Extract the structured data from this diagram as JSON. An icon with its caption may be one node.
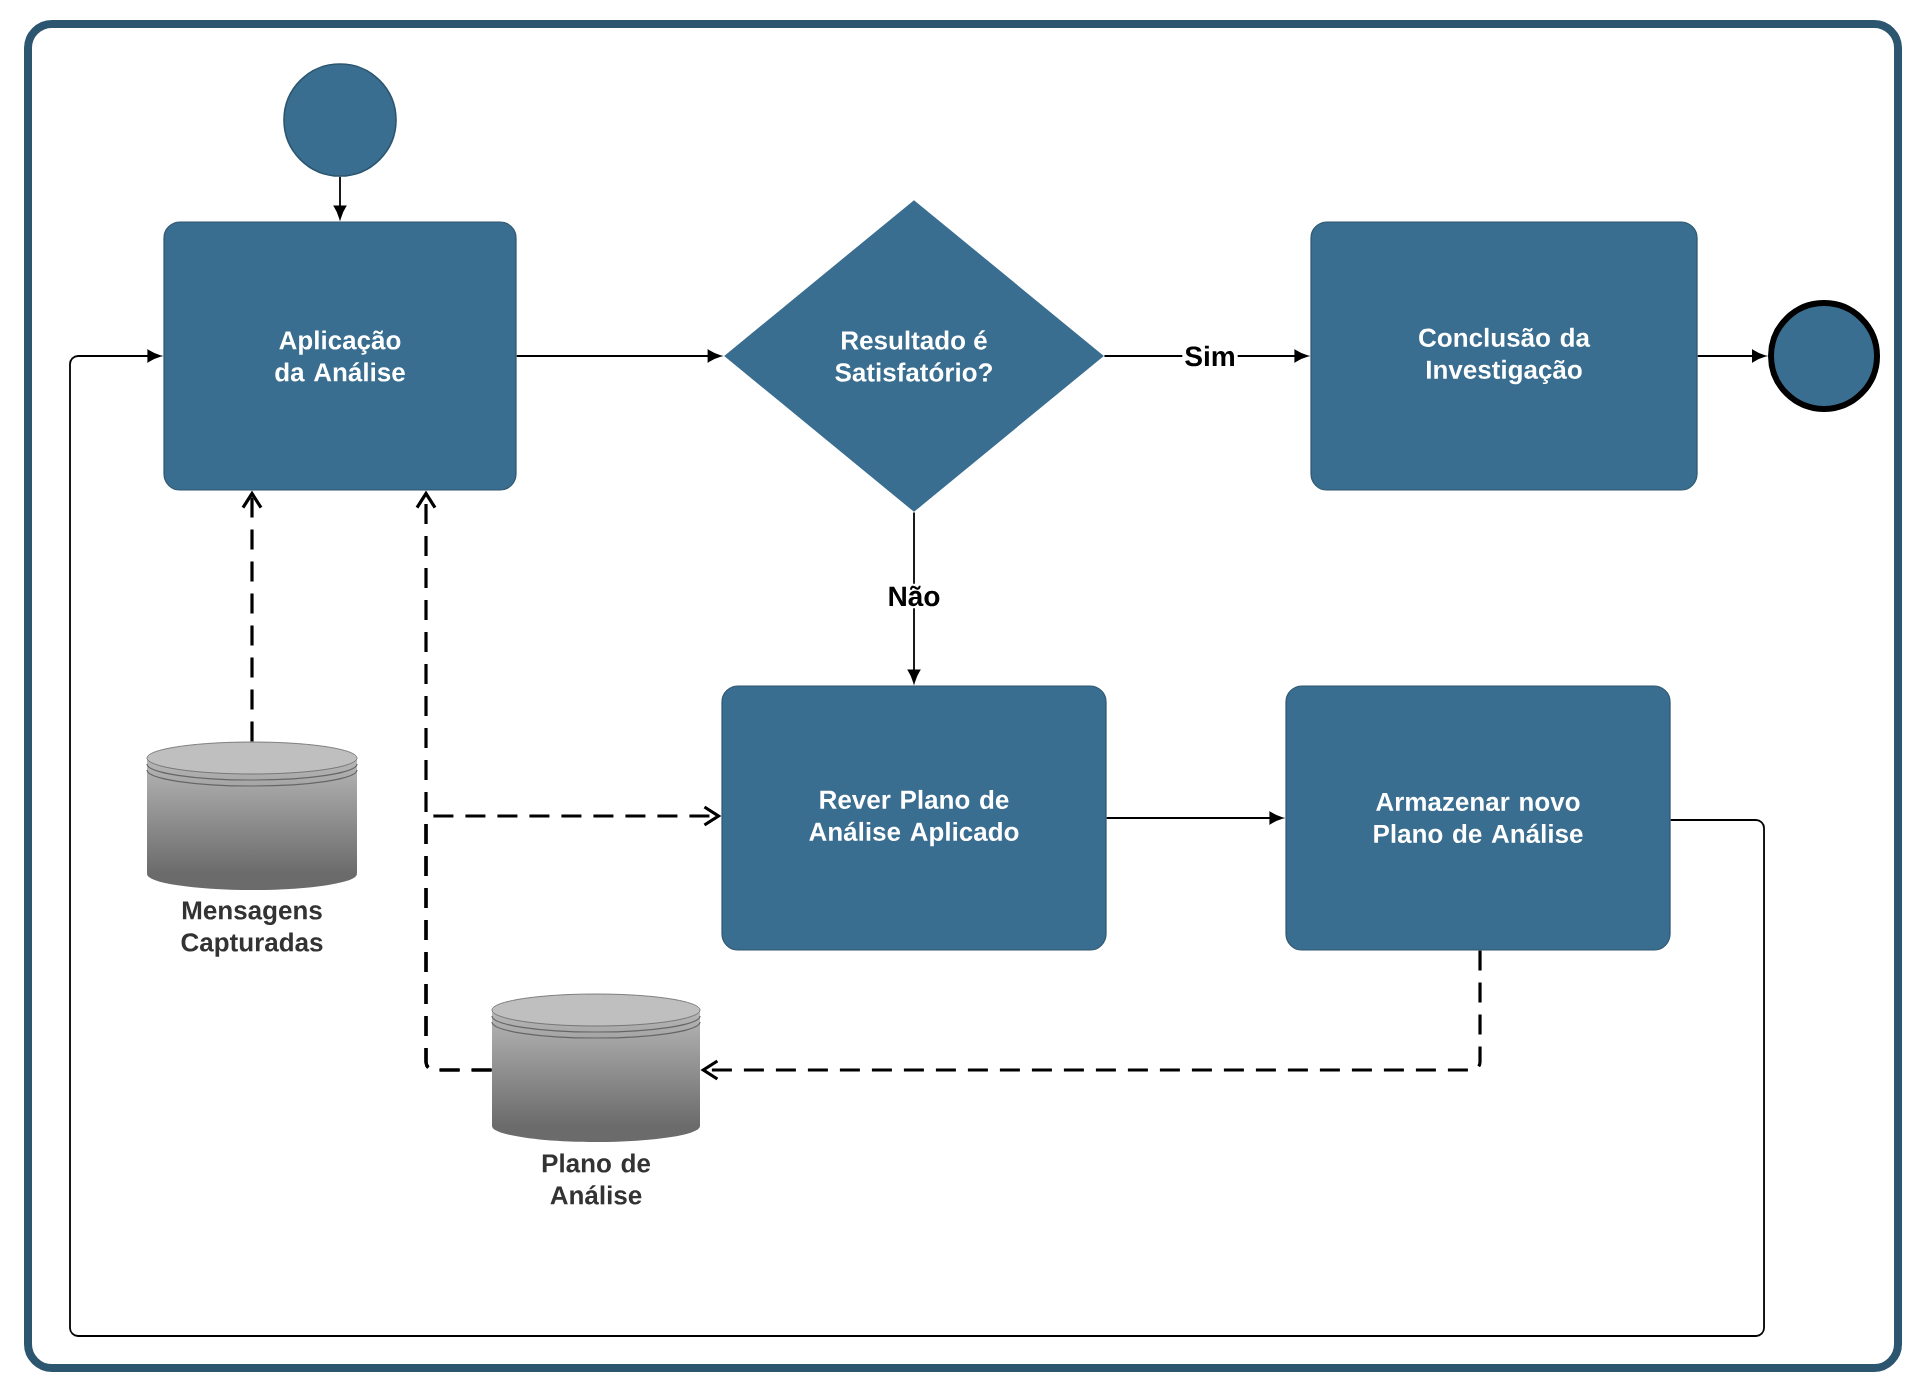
{
  "diagram": {
    "nodes": [
      {
        "text": [],
        "shape": "circle"
      },
      {
        "text": [
          "Aplicação da Análise"
        ]
      },
      {
        "text": [
          "Resultado é Satisfatório?"
        ]
      },
      {
        "text": [
          "Conclusão da Investigação"
        ]
      },
      {
        "text": [],
        "shape": "circle"
      },
      {
        "text": [
          "Rever Plano de Análise Aplicado"
        ]
      },
      {
        "text": [
          "Armazenar novo Plano de Análise"
        ]
      },
      {
        "text": [
          "Mensagens Capturadas"
        ]
      },
      {
        "text": [
          "Plano de Análise"
        ]
      }
    ],
    "edges": [
      {
        "from": 0,
        "to": 1,
        "arrow": "to"
      },
      {
        "from": 1,
        "to": 2,
        "arrow": "to"
      },
      {
        "from": 2,
        "to": 3,
        "arrow": "to",
        "label": "Sim"
      },
      {
        "from": 3,
        "to": 4,
        "arrow": "to"
      },
      {
        "from": 2,
        "to": 5,
        "arrow": "to",
        "label": "Não"
      },
      {
        "from": 5,
        "to": 6,
        "arrow": "to"
      },
      {
        "from": 6,
        "to": 1,
        "arrow": "to"
      },
      {
        "from": 7,
        "to": 1,
        "arrow": "to",
        "style": "dashed"
      },
      {
        "from": 8,
        "to": 1,
        "arrow": "to",
        "style": "dashed"
      },
      {
        "from": 8,
        "to": 5,
        "arrow": "to",
        "style": "dashed"
      },
      {
        "from": 6,
        "to": 8,
        "arrow": "to",
        "style": "dashed"
      }
    ]
  }
}
